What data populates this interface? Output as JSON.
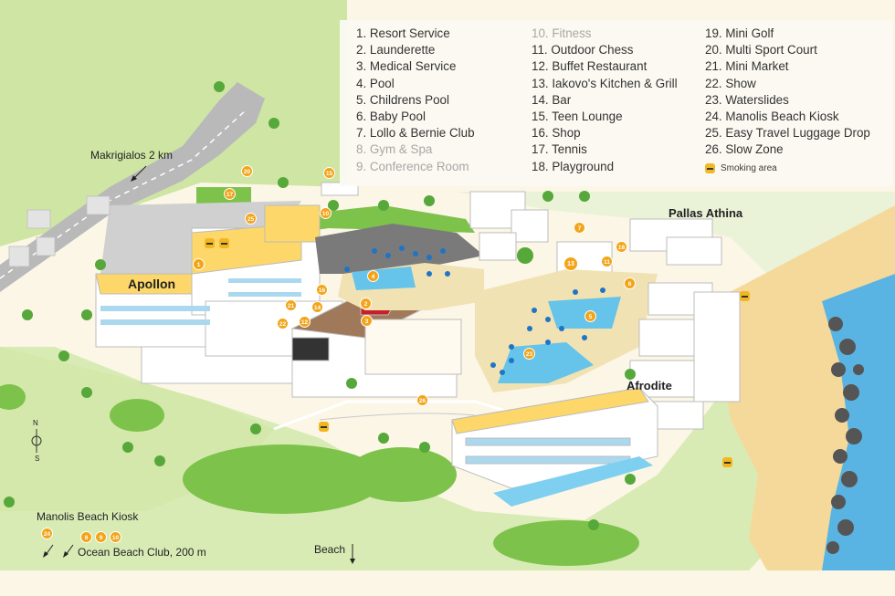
{
  "legend": {
    "col1": [
      "1. Resort Service",
      "2. Launderette",
      "3. Medical Service",
      "4. Pool",
      "5. Childrens Pool",
      "6. Baby Pool",
      "7. Lollo & Bernie Club",
      "8. Gym & Spa",
      "9. Conference Room"
    ],
    "col2": [
      "10. Fitness",
      "11. Outdoor Chess",
      "12. Buffet Restaurant",
      "13. Iakovo's Kitchen & Grill",
      "14. Bar",
      "15. Teen Lounge",
      "16. Shop",
      "17. Tennis",
      "18. Playground"
    ],
    "col3": [
      "19. Mini Golf",
      "20. Multi Sport Court",
      "21. Mini Market",
      "22. Show",
      "23. Waterslides",
      "24. Manolis Beach Kiosk",
      "25. Easy Travel Luggage Drop",
      "26. Slow Zone"
    ],
    "smoking": "Smoking area"
  },
  "labels": {
    "makrigialos": "Makrigialos 2 km",
    "apollon": "Apollon",
    "pallas": "Pallas Athina",
    "afrodite": "Afrodite",
    "manolis": "Manolis Beach Kiosk",
    "ocean": "Ocean Beach Club, 200 m",
    "beach": "Beach",
    "compass_n": "N",
    "compass_s": "S"
  },
  "pins": [
    "20",
    "15",
    "17",
    "10",
    "25",
    "1",
    "4",
    "16",
    "2",
    "14",
    "21",
    "12",
    "22",
    "3",
    "7",
    "18",
    "13",
    "11",
    "6",
    "5",
    "23",
    "26",
    "24",
    "8",
    "9",
    "10"
  ],
  "colors": {
    "pin": "#f2a51a",
    "grass": "#7dc24a",
    "sea": "#5ab4e3",
    "sand": "#f5d99a",
    "building": "#ffffff",
    "roof": "#fdd769"
  }
}
